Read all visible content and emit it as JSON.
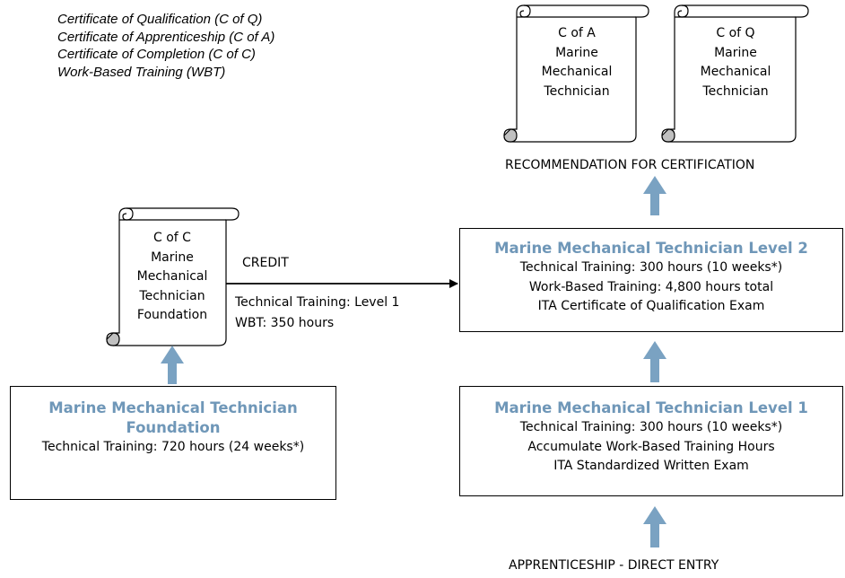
{
  "legend": [
    "Certificate of Qualification (C of Q)",
    "Certificate of Apprenticeship (C of A)",
    "Certificate of Completion (C of C)",
    "Work-Based Training (WBT)"
  ],
  "certificates": {
    "c_of_a": [
      "C of A",
      "Marine",
      "Mechanical",
      "Technician"
    ],
    "c_of_q": [
      "C of Q",
      "Marine",
      "Mechanical",
      "Technician"
    ],
    "c_of_c": [
      "C of C",
      "Marine",
      "Mechanical",
      "Technician",
      "Foundation"
    ]
  },
  "recommendation": "RECOMMENDATION FOR CERTIFICATION",
  "credit": {
    "label": "CREDIT",
    "line1": "Technical Training: Level 1",
    "line2": "WBT: 350 hours"
  },
  "level2": {
    "title": "Marine Mechanical Technician Level 2",
    "lines": [
      "Technical Training: 300 hours (10 weeks*)",
      "Work-Based Training: 4,800 hours total",
      "ITA Certificate of Qualification Exam"
    ]
  },
  "level1": {
    "title": "Marine Mechanical Technician Level 1",
    "lines": [
      "Technical Training: 300 hours (10 weeks*)",
      "Accumulate Work-Based Training Hours",
      "ITA Standardized Written Exam"
    ]
  },
  "foundation": {
    "title_line1": "Marine Mechanical Technician",
    "title_line2": "Foundation",
    "line": "Technical Training: 720 hours (24 weeks*)"
  },
  "entry": "APPRENTICESHIP - DIRECT ENTRY",
  "colors": {
    "accent": "#6f97b8",
    "arrow": "#7aa2c2",
    "scroll_curl": "#c0c0c0"
  },
  "icons": [
    "scroll-icon",
    "up-arrow-icon",
    "right-arrow-icon"
  ]
}
